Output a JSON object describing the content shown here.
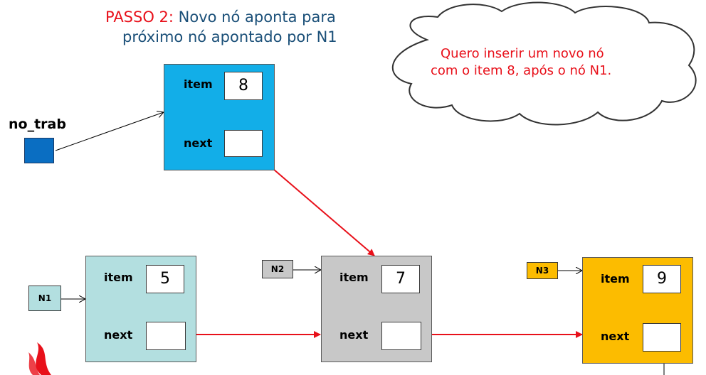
{
  "title": {
    "step": "PASSO 2:",
    "line1_rest": " Novo nó aponta para",
    "line2": "próximo nó apontado por N1"
  },
  "cloud": {
    "line1": "Quero inserir um novo nó",
    "line2": "com o item 8, após o nó N1."
  },
  "variable": {
    "name": "no_trab"
  },
  "new_node": {
    "item_label": "item",
    "next_label": "next",
    "value": "8"
  },
  "nodes": [
    {
      "tag": "N1",
      "item_label": "item",
      "next_label": "next",
      "value": "5"
    },
    {
      "tag": "N2",
      "item_label": "item",
      "next_label": "next",
      "value": "7"
    },
    {
      "tag": "N3",
      "item_label": "item",
      "next_label": "next",
      "value": "9"
    }
  ],
  "colors": {
    "new_node": "#12aee8",
    "n1": "#b3dfe0",
    "n2": "#c8c8c8",
    "n3": "#fcbc00",
    "no_trab_square": "#0a6ec2",
    "pointer_arrow": "#e8101a"
  }
}
